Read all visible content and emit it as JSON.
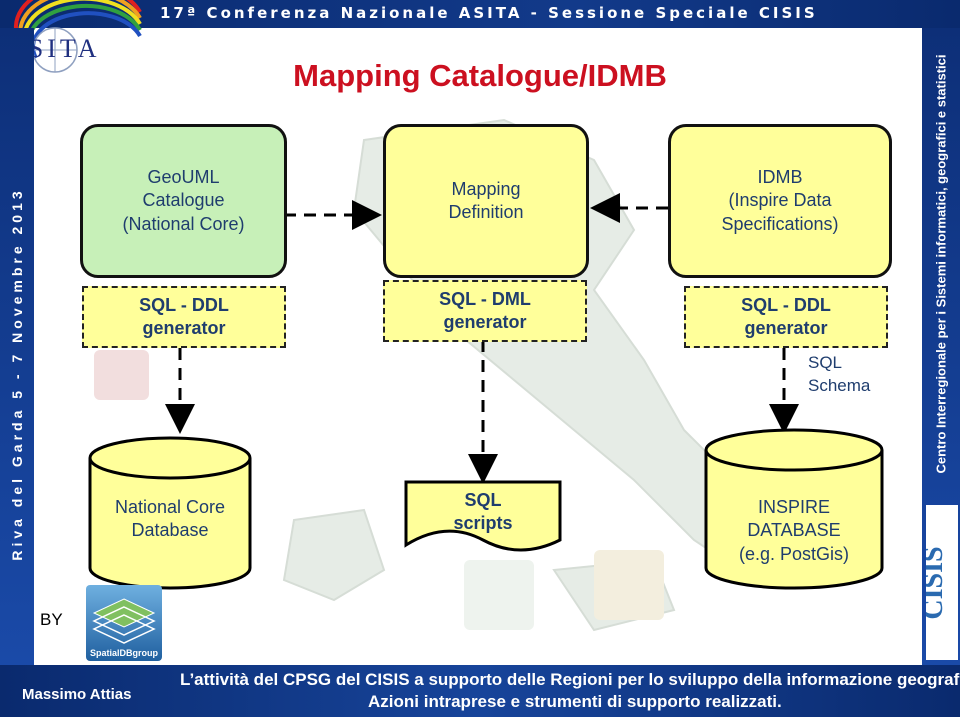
{
  "header": {
    "conference": "17ª Conferenza Nazionale ASITA - Sessione Speciale CISIS",
    "asita_logo_text": "ASITA",
    "left_banner": "Riva del Garda 5 - 7 Novembre 2013",
    "right_banner": "Centro Interregionale per i Sistemi informatici, geografici e statistici",
    "cisis_logo_text": "CISIS"
  },
  "slide": {
    "title": "Mapping Catalogue/IDMB"
  },
  "diagram": {
    "col1": {
      "catalogue": "GeoUML\nCatalogue\n(National Core)",
      "generator": "SQL - DDL\ngenerator",
      "database": "National Core\nDatabase"
    },
    "col2": {
      "mapping": "Mapping\nDefinition",
      "generator": "SQL - DML\ngenerator",
      "scripts": "SQL\nscripts"
    },
    "col3": {
      "idmb": "IDMB\n(Inspire Data\nSpecifications)",
      "generator": "SQL - DDL\ngenerator",
      "schema_label": "SQL\nSchema",
      "database": "INSPIRE\nDATABASE\n(e.g. PostGis)"
    }
  },
  "credits": {
    "by": "BY",
    "group_logo_text": "SpatialDBgroup",
    "author": "Massimo Attias",
    "footer_line1": "L’attività del CPSG del CISIS a supporto delle Regioni per lo sviluppo della informazione geografica.",
    "footer_line2": "Azioni intraprese e strumenti di supporto realizzati."
  },
  "colors": {
    "title": "#cc1020",
    "banner": "#123a8a",
    "green_box": "#c7f0b8",
    "yellow_box": "#ffff9a",
    "text": "#1f3d6e"
  }
}
